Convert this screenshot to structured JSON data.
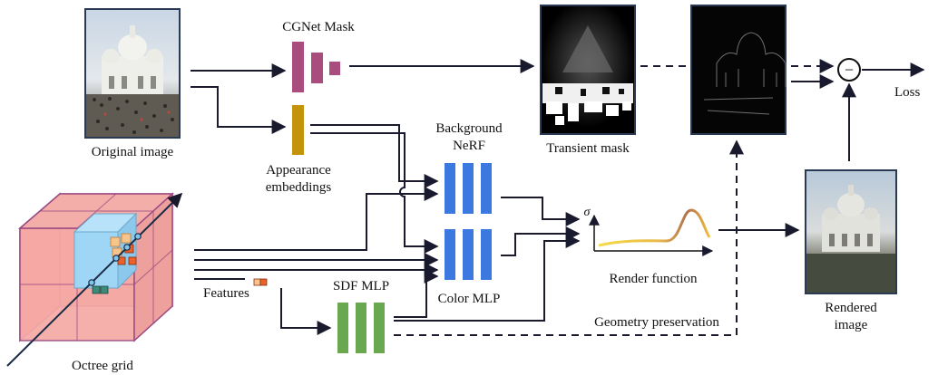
{
  "labels": {
    "original_image": "Original image",
    "cgnet_mask": "CGNet Mask",
    "appearance_line1": "Appearance",
    "appearance_line2": "embeddings",
    "background_line1": "Background",
    "background_line2": "NeRF",
    "color_mlp": "Color MLP",
    "transient_mask": "Transient mask",
    "render_function": "Render function",
    "sigma": "σ",
    "minus": "−",
    "loss": "Loss",
    "rendered_line1": "Rendered",
    "rendered_line2": "image",
    "features": "Features",
    "sdf_mlp": "SDF MLP",
    "geometry_preservation": "Geometry preservation",
    "octree_grid": "Octree grid"
  },
  "colors": {
    "cgnet": "#a84d7e",
    "appearance": "#c4930c",
    "nerf_blocks": "#3b78e0",
    "sdf_blocks": "#6aa84f",
    "cube_fill": "#f4a4a0",
    "cube_edge": "#9c4a82",
    "inner_box": "#9fd5f5",
    "arrow": "#111111",
    "curve_start": "#f2d23a",
    "curve_end": "#a06040"
  }
}
